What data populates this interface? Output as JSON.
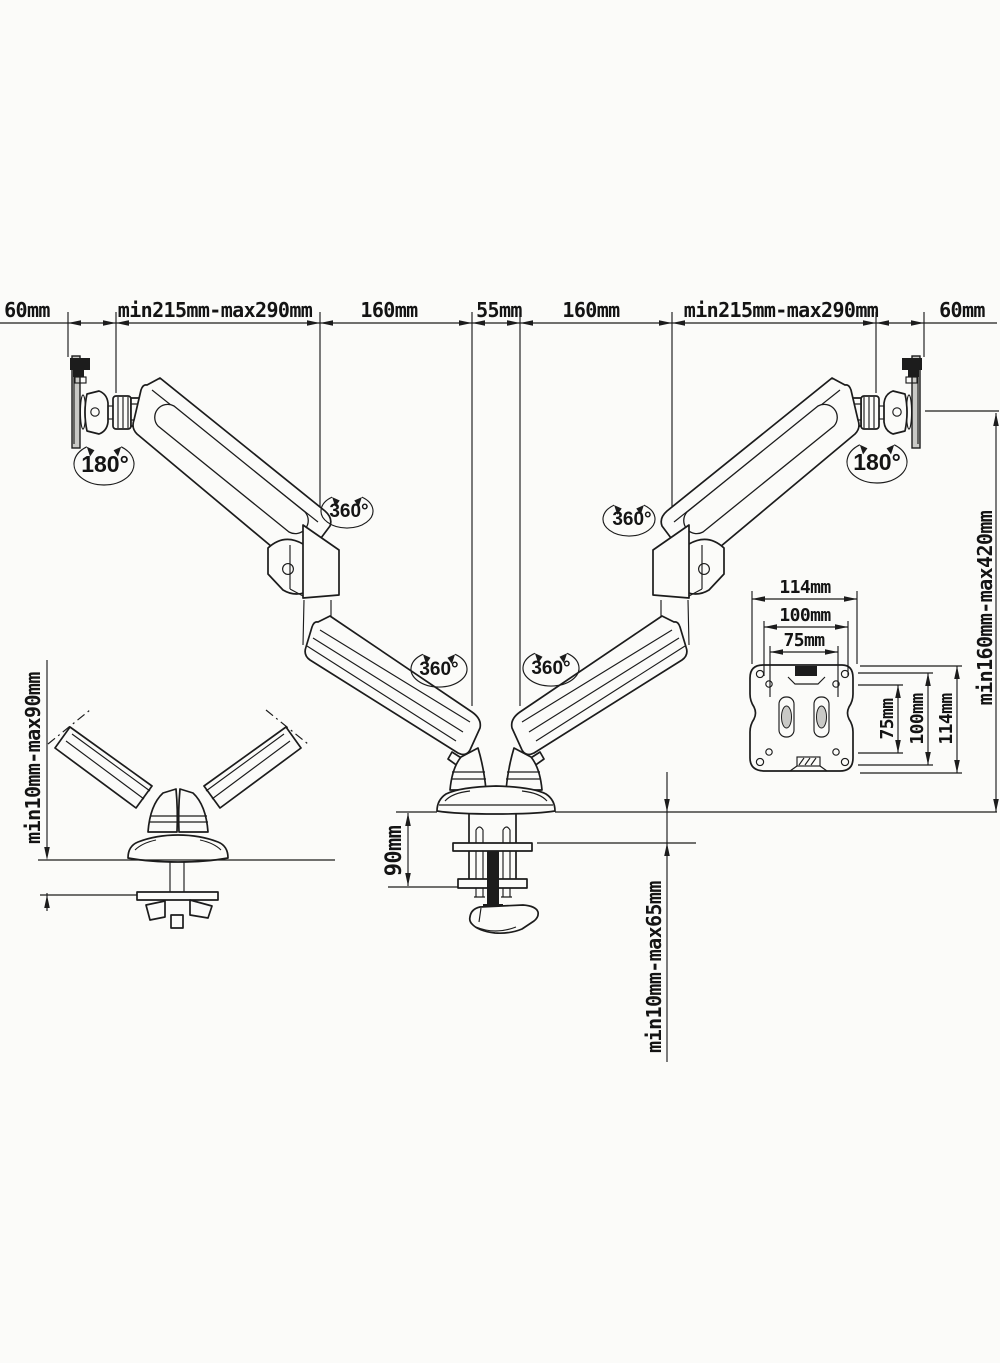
{
  "dimensions": {
    "top_chain": [
      "60mm",
      "min215mm-max290mm",
      "160mm",
      "55mm",
      "160mm",
      "min215mm-max290mm",
      "60mm"
    ],
    "height_range": "min160mm-max420mm",
    "base_column_height": "90mm",
    "desk_clamp_thickness": "min10mm-max65mm",
    "grommet_thickness": "min10mm-max90mm"
  },
  "vesa": {
    "horizontal": [
      "114mm",
      "100mm",
      "75mm"
    ],
    "vertical": [
      "75mm",
      "100mm",
      "114mm"
    ]
  },
  "rotation": {
    "monitor_left": "180°",
    "monitor_right": "180°",
    "arm_left": "360°",
    "arm_right": "360°",
    "base_left": "360°",
    "base_right": "360°"
  },
  "colors": {
    "line": "#1c1c1c",
    "background": "#fbfbf9"
  }
}
